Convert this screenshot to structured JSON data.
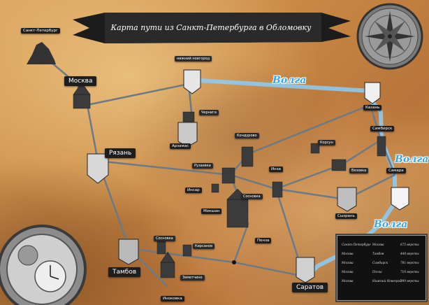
{
  "title": "Карта пути из Санкт-Петербурга в Обломовку",
  "rivers": [
    "Волга",
    "Волга",
    "Волга"
  ],
  "cities": {
    "spb": "Санкт-Петербург",
    "moskva": "Москва",
    "nizhny": "нижний новгород",
    "kazan": "Казань",
    "cherniga": "Чернига",
    "arzamas": "Арзамас",
    "simbirsk": "Симбирск",
    "kondurovo": "Кондурово",
    "korsun": "Корсун",
    "ryazan": "Рязань",
    "ruzaevka": "Рузаевка",
    "inza": "Инза",
    "vyazovka": "Вязовка",
    "samara": "Самара",
    "insar": "Инсар",
    "sosnovka": "Сосновка",
    "mokshan": "Мокшан",
    "syzran": "Сызрань",
    "penza": "Пенза",
    "tambov": "Тамбов",
    "sosnovka2": "Сосновка",
    "kirsanov": "Кирсанов",
    "inokovka": "Инокoвка",
    "zemetchino": "Земетчино",
    "saratov": "Саратов"
  },
  "distance_table": [
    [
      "Санкт-Петербург",
      "Москва",
      "675 версты"
    ],
    [
      "Москва",
      "Тамбов",
      "448 версты"
    ],
    [
      "Москва",
      "Симбирск",
      "781 версты"
    ],
    [
      "Москва",
      "Пенза",
      "716 версты"
    ],
    [
      "Москва",
      "Нижний Новгород",
      "390 версты"
    ]
  ],
  "icons": [
    "compass-rose-icon",
    "pocket-watch-icon"
  ]
}
